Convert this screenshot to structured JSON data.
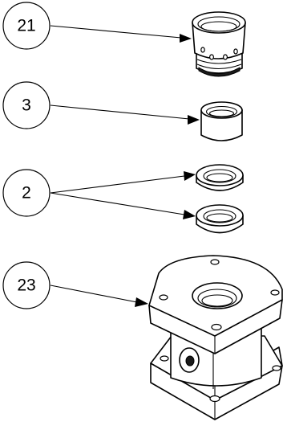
{
  "callouts": [
    {
      "id": "21",
      "label": "21"
    },
    {
      "id": "3",
      "label": "3"
    },
    {
      "id": "2",
      "label": "2"
    },
    {
      "id": "23",
      "label": "23"
    }
  ],
  "colors": {
    "line": "#000000",
    "background": "#ffffff"
  }
}
